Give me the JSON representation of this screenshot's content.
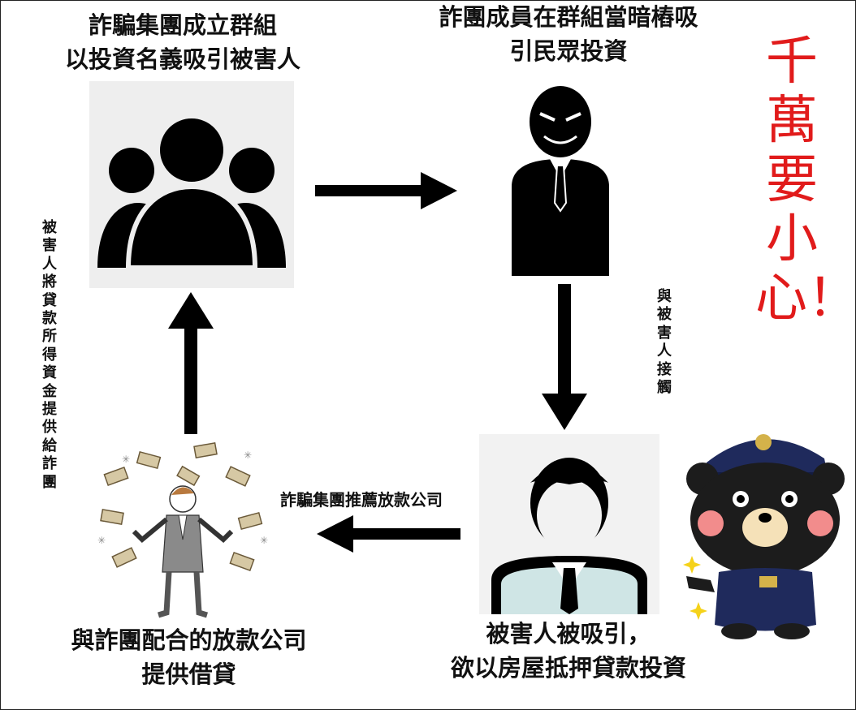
{
  "steps": {
    "group": {
      "line1": "詐騙集團成立群組",
      "line2": "以投資名義吸引被害人"
    },
    "member": {
      "line1": "詐團成員在群組當暗樁吸",
      "line2": "引民眾投資"
    },
    "victim": {
      "line1": "被害人被吸引，",
      "line2": "欲以房屋抵押貸款投資"
    },
    "lender": {
      "line1": "與詐團配合的放款公司",
      "line2": "提供借貸"
    }
  },
  "edge_labels": {
    "contact": "與被害人接觸",
    "recommend": "詐騙集團推薦放款公司",
    "provide_funds": "被害人將貸款所得資金提供給詐團"
  },
  "warning": "千萬要小心！",
  "colors": {
    "warning": "#e11b1b",
    "icon": "#000000",
    "panel_bg": "#eeeeee"
  }
}
